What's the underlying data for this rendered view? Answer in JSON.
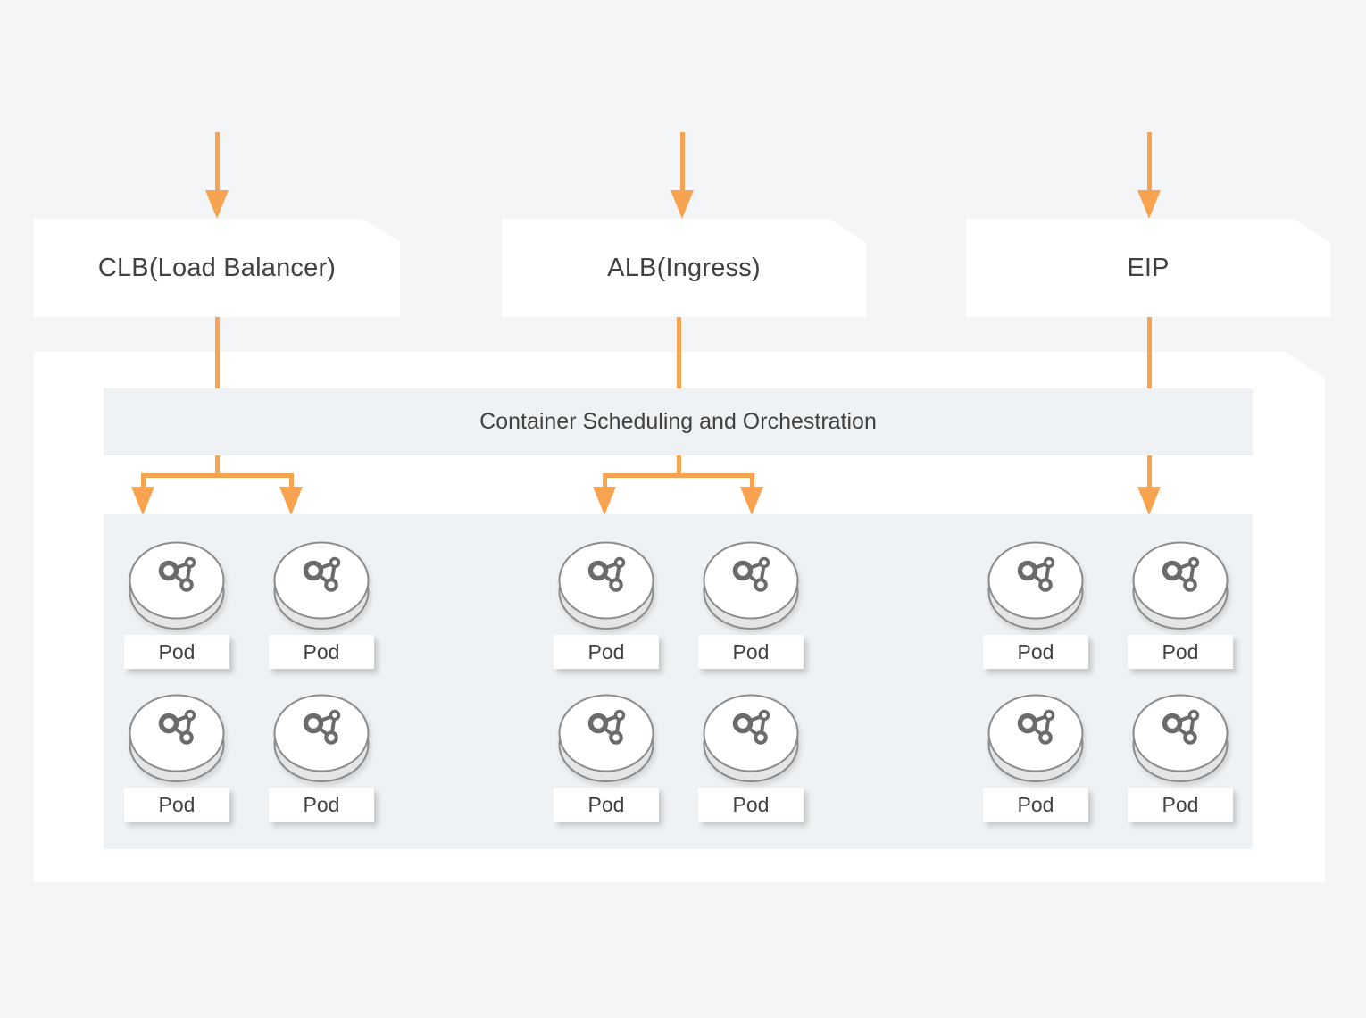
{
  "colors": {
    "accent": "#F7A350",
    "canvas_bg": "#F4F5F6",
    "panel_bg": "#FFFFFF",
    "band_bg": "#EFF2F4",
    "text": "#414141",
    "cylinder_stroke": "#8B8B8B",
    "cylinder_base": "#E3E5E6",
    "icon_stroke": "#6B6B6B"
  },
  "sources": [
    {
      "label": "CLB(Load Balancer)"
    },
    {
      "label": "ALB(Ingress)"
    },
    {
      "label": "EIP"
    }
  ],
  "cluster": {
    "header": "Container Scheduling and Orchestration"
  },
  "pod": {
    "label": "Pod"
  },
  "flows": [
    {
      "source": "CLB(Load Balancer)",
      "inbound_arrow": true,
      "fanout_arrows": 2
    },
    {
      "source": "ALB(Ingress)",
      "inbound_arrow": true,
      "fanout_arrows": 2
    },
    {
      "source": "EIP",
      "inbound_arrow": true,
      "fanout_arrows": 1
    }
  ],
  "pod_groups": 3,
  "pods_per_group": 4
}
